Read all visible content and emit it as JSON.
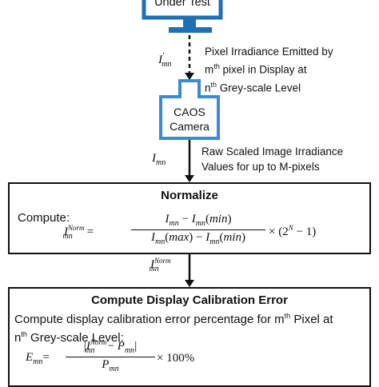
{
  "display": {
    "label": "Under Test"
  },
  "camera": {
    "line1": "CAOS",
    "line2": "Camera"
  },
  "arrow1": {
    "symbol": "I′mn",
    "note_line1": "Pixel Irradiance Emitted by",
    "note_line2_a": "m",
    "note_line2_sup": "th",
    "note_line2_b": " pixel in Display at",
    "note_line3_a": "n",
    "note_line3_sup": "th",
    "note_line3_b": " Grey-scale Level"
  },
  "arrow2": {
    "symbol": "Imn",
    "note_line1": "Raw Scaled Image Irradiance",
    "note_line2": "Values for up to M-pixels"
  },
  "normalize": {
    "title": "Normalize",
    "compute_label": "Compute:",
    "lhs": "I_mn^Norm =",
    "numerator": "I_mn − I_mn(min)",
    "denominator": "I_mn(max) − I_mn(min)",
    "factor": "× (2^N − 1)"
  },
  "arrow3": {
    "symbol": "I_mn^Norm"
  },
  "calibration": {
    "title": "Compute Display Calibration Error",
    "desc_line1_a": "Compute display calibration error percentage for m",
    "desc_line1_sup": "th",
    "desc_line1_b": " Pixel at",
    "desc_line2_a": "n",
    "desc_line2_sup": "th",
    "desc_line2_b": " Grey-scale Level:",
    "lhs": "E_mn =",
    "numerator": "|I_mn^Norm − P_mn|",
    "denominator": "P_mn",
    "factor": "× 100%"
  }
}
